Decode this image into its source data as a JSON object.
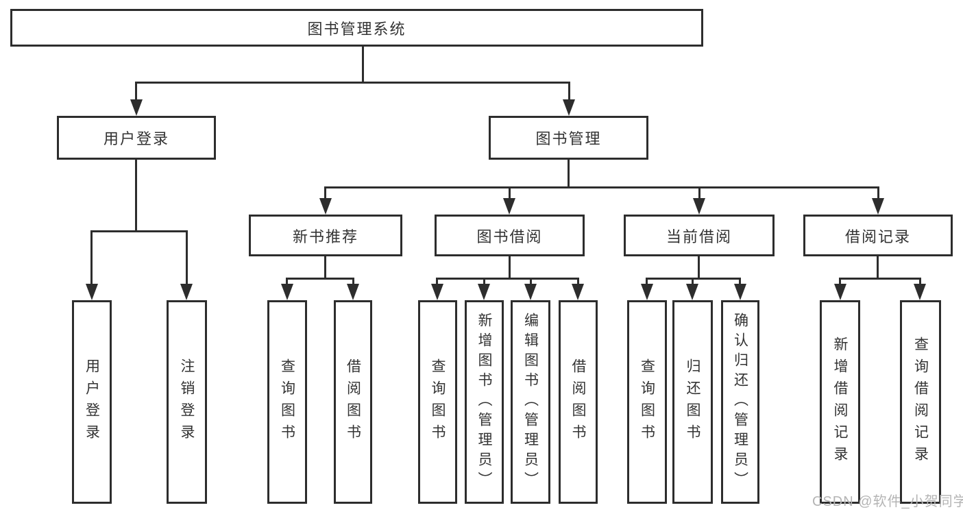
{
  "diagram": {
    "root": {
      "label": "图书管理系统"
    },
    "level2": [
      {
        "label": "用户登录"
      },
      {
        "label": "图书管理"
      }
    ],
    "level3": [
      {
        "label": "新书推荐"
      },
      {
        "label": "图书借阅"
      },
      {
        "label": "当前借阅"
      },
      {
        "label": "借阅记录"
      }
    ],
    "leaves": {
      "user": [
        "用户登录",
        "注销登录"
      ],
      "recommend": [
        "查询图书",
        "借阅图书"
      ],
      "borrow": [
        "查询图书",
        "新增图书（管理员）",
        "编辑图书（管理员）",
        "借阅图书"
      ],
      "current": [
        "查询图书",
        "归还图书",
        "确认归还（管理员）"
      ],
      "records": [
        "新增借阅记录",
        "查询借阅记录"
      ]
    }
  },
  "watermark": {
    "text": "CSDN @软件_小贺同学",
    "color": "#b4b4b4"
  },
  "colors": {
    "line": "#2d2d2d",
    "text": "#333333",
    "background": "#ffffff"
  }
}
